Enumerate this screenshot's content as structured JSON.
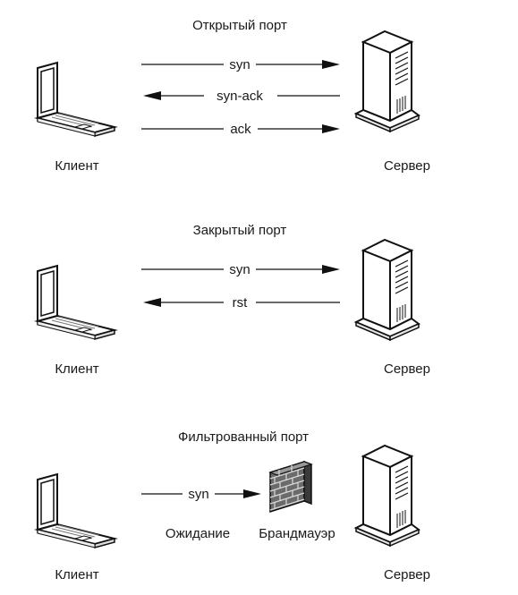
{
  "sections": [
    {
      "title": "Открытый порт",
      "client_label": "Клиент",
      "server_label": "Сервер",
      "messages": [
        {
          "label": "syn",
          "direction": "right"
        },
        {
          "label": "syn-ack",
          "direction": "left"
        },
        {
          "label": "ack",
          "direction": "right"
        }
      ]
    },
    {
      "title": "Закрытый порт",
      "client_label": "Клиент",
      "server_label": "Сервер",
      "messages": [
        {
          "label": "syn",
          "direction": "right"
        },
        {
          "label": "rst",
          "direction": "left"
        }
      ]
    },
    {
      "title": "Фильтрованный порт",
      "client_label": "Клиент",
      "server_label": "Сервер",
      "messages": [
        {
          "label": "syn",
          "direction": "right"
        }
      ],
      "wait_label": "Ожидание",
      "firewall_label": "Брандмауэр"
    }
  ]
}
